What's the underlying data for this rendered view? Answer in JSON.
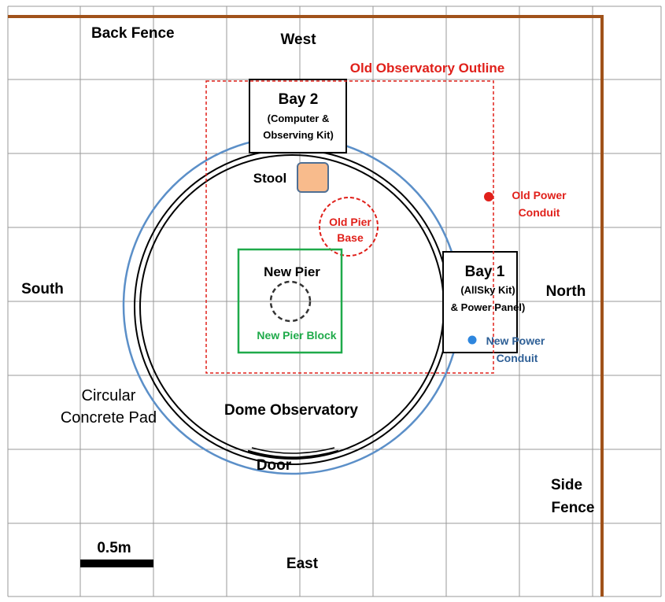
{
  "colors": {
    "grid": "#999999",
    "fence": "#a0521a",
    "old_outline": "#e0201a",
    "pad": "#5b8fc8",
    "pier_block": "#1faa4a",
    "stool_fill": "#f8bb8c",
    "stool_stroke": "#4f6f94",
    "new_conduit": "#2e86de",
    "black": "#000000",
    "pad_label": "#5b8fc8",
    "new_conduit_label": "#2e5f96"
  },
  "labels": {
    "back_fence": "Back Fence",
    "west": "West",
    "east": "East",
    "south": "South",
    "north": "North",
    "old_outline": "Old Observatory Outline",
    "bay2_title": "Bay 2",
    "bay2_line1": "(Computer &",
    "bay2_line2": "Observing Kit)",
    "bay1_title": "Bay 1",
    "bay1_line1": "(AllSky Kit)",
    "bay1_line2": "& Power Panel)",
    "stool": "Stool",
    "old_pier_line1": "Old Pier",
    "old_pier_line2": "Base",
    "old_power_line1": "Old Power",
    "old_power_line2": "Conduit",
    "new_pier": "New Pier",
    "new_pier_block": "New Pier Block",
    "new_power_line1": "New Power",
    "new_power_line2": "Conduit",
    "pad_line1": "Circular",
    "pad_line2": "Concrete Pad",
    "dome": "Dome Observatory",
    "door": "Door",
    "side_fence_line1": "Side",
    "side_fence_line2": "Fence",
    "scale": "0.5m"
  }
}
